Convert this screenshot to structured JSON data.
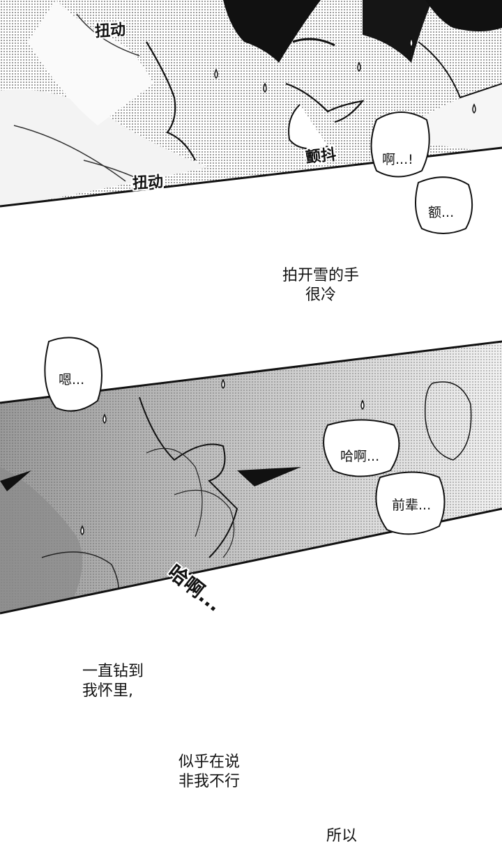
{
  "panel1": {
    "sfx_twist_top": "扭动",
    "sfx_twist_bottom": "扭动",
    "sfx_tremble": "颤抖",
    "bubble_ah": "啊...!",
    "bubble_uh": "额..."
  },
  "narration1": {
    "line1": "拍开雪的手",
    "line2": "很冷"
  },
  "panel2": {
    "bubble_mm": "嗯...",
    "bubble_haa": "哈啊...",
    "bubble_senpai": "前辈...",
    "sfx_haa": "哈啊..."
  },
  "narration2": {
    "line1": "一直钻到",
    "line2": "我怀里,"
  },
  "narration3": {
    "line1": "似乎在说",
    "line2": "非我不行"
  },
  "narration4": {
    "line1": "所以"
  }
}
